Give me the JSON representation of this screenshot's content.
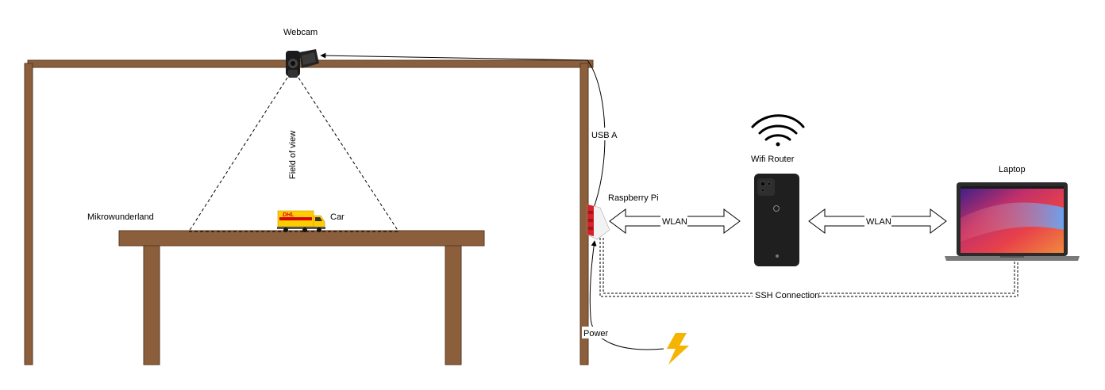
{
  "labels": {
    "webcam": "Webcam",
    "field_of_view": "Field of view",
    "mikrowunderland": "Mikrowunderland",
    "car": "Car",
    "usb_a": "USB A",
    "raspberry_pi": "Raspberry Pi",
    "wlan_left": "WLAN",
    "wifi_router": "Wifi Router",
    "wlan_right": "WLAN",
    "laptop": "Laptop",
    "ssh_connection": "SSH Connection",
    "power": "Power"
  },
  "vehicle_logo": "DHL",
  "colors": {
    "wood": "#8B5E3C",
    "wood_outline": "#5a3a22",
    "line": "#000000",
    "lightning": "#F4B400",
    "dhl_yellow": "#FFCC00",
    "dhl_red": "#D40511",
    "phone": "#1f1f1f",
    "laptop_bezel": "#2b2b2b",
    "pi_red": "#d8222a"
  },
  "icons": [
    "wifi-icon",
    "webcam-icon",
    "truck-icon",
    "phone-icon",
    "laptop-icon",
    "raspberry-pi-icon",
    "lightning-icon"
  ]
}
